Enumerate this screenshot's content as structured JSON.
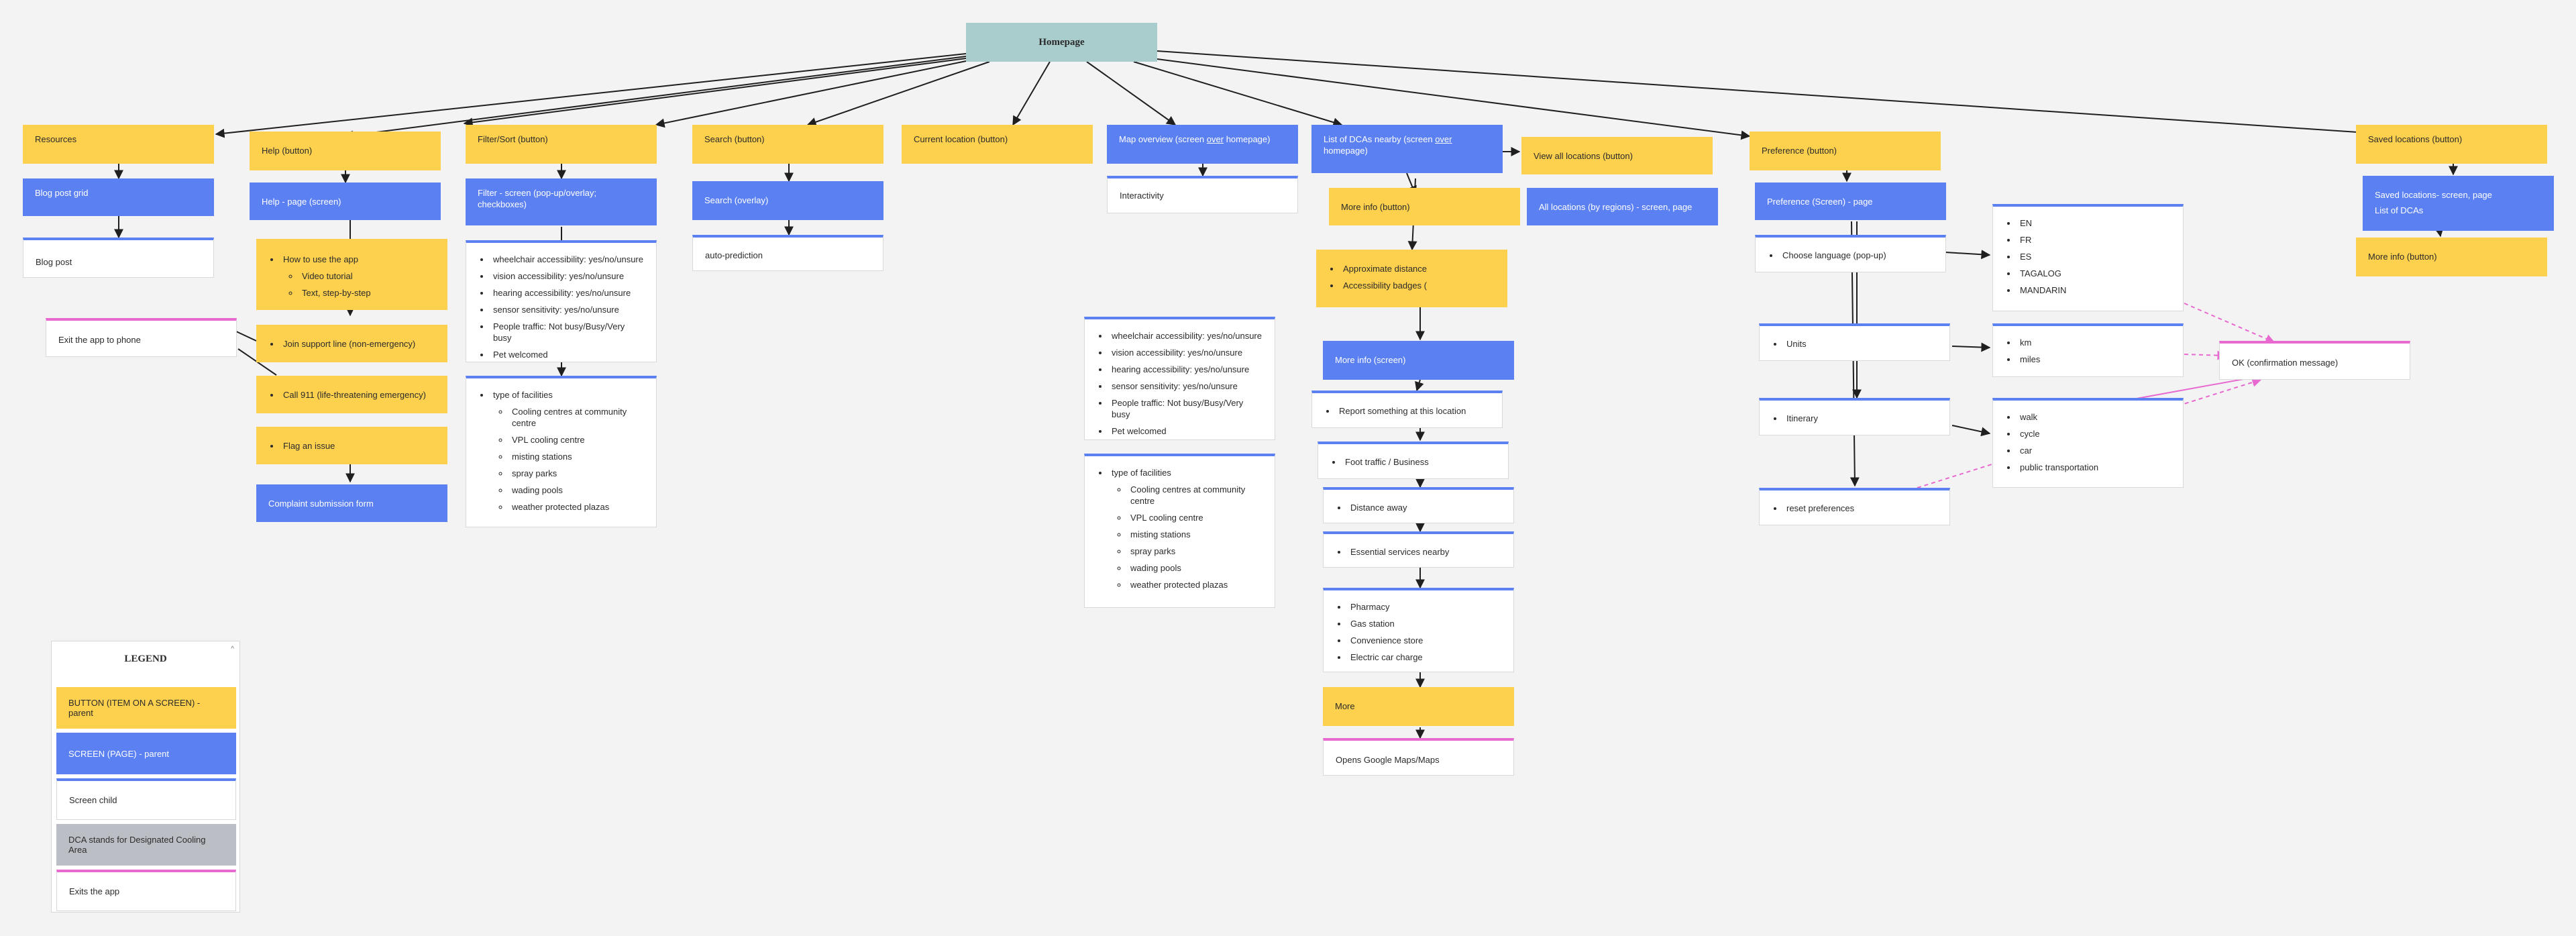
{
  "root": "Homepage",
  "resources": {
    "button": "Resources",
    "grid": "Blog post grid",
    "post": "Blog post"
  },
  "exit_node": "Exit the app to phone",
  "help": {
    "button": "Help (button)",
    "screen": "Help - page (screen)",
    "how_to": {
      "title": "How to use the app",
      "subs": [
        "Video tutorial",
        "Text, step-by-step"
      ]
    },
    "support": "Join support line (non-emergency)",
    "emergency": "Call 911 (life-threatening emergency)",
    "flag": "Flag an issue",
    "complaint": "Complaint submission form"
  },
  "filter": {
    "button": "Filter/Sort (button)",
    "screen": "Filter - screen (pop-up/overlay; checkboxes)"
  },
  "accessibility_items": [
    "wheelchair accessibility: yes/no/unsure",
    "vision accessibility: yes/no/unsure",
    "hearing accessibility: yes/no/unsure",
    "sensor sensitivity: yes/no/unsure",
    "People traffic: Not busy/Busy/Very busy",
    "Pet welcomed"
  ],
  "facilities": {
    "title": "type of facilities",
    "items": [
      "Cooling centres at community centre",
      "VPL cooling centre",
      "misting stations",
      "spray parks",
      "wading pools",
      "weather protected plazas"
    ]
  },
  "search": {
    "button": "Search (button)",
    "overlay": "Search (overlay)",
    "auto": "auto-prediction"
  },
  "current_location": "Current location (button)",
  "map": {
    "label_before": "Map overview (screen ",
    "label_under": "over",
    "label_after": " homepage)",
    "interactivity": "Interactivity"
  },
  "dca_list": {
    "label_before": "List of DCAs nearby (screen ",
    "label_under": "over",
    "label_after": " homepage)",
    "more_info_button": "More info (button)",
    "badges": [
      "Approximate distance",
      "Accessibility badges ("
    ],
    "more_info_screen": "More info (screen)",
    "report": "Report something at this location",
    "foot_traffic": "Foot traffic / Business",
    "distance": "Distance away",
    "essential": "Essential services nearby",
    "services": [
      "Pharmacy",
      "Gas station",
      "Convenience store",
      "Electric car charge"
    ],
    "more": "More",
    "google": "Opens Google Maps/Maps"
  },
  "view_all": {
    "button": "View all locations (button)",
    "screen": "All locations (by regions) - screen, page"
  },
  "preference": {
    "button": "Preference (button)",
    "screen": "Preference (Screen) - page",
    "language": "Choose language (pop-up)",
    "languages": [
      "EN",
      "FR",
      "ES",
      "TAGALOG",
      "MANDARIN"
    ],
    "units": "Units",
    "unit_options": [
      "km",
      "miles"
    ],
    "itinerary": "Itinerary",
    "transport": [
      "walk",
      "cycle",
      "car",
      "public transportation"
    ],
    "reset": "reset preferences",
    "ok": "OK (confirmation message)"
  },
  "saved": {
    "button": "Saved locations (button)",
    "screen_line1": "Saved locations- screen, page",
    "screen_line2": "List of DCAs",
    "more_info": "More info (button)"
  },
  "legend": {
    "title": "LEGEND",
    "caret": "^",
    "items": [
      "BUTTON (ITEM ON A SCREEN) - parent",
      "SCREEN (PAGE) - parent",
      "Screen child",
      "DCA stands for Designated Cooling Area",
      "Exits the app"
    ]
  },
  "colors": {
    "button_yellow": "#fdd04d",
    "screen_blue": "#5b80f2",
    "root_teal": "#a9cccd",
    "exit_pink": "#e86ad0",
    "dca_grey": "#bbbfc5"
  }
}
